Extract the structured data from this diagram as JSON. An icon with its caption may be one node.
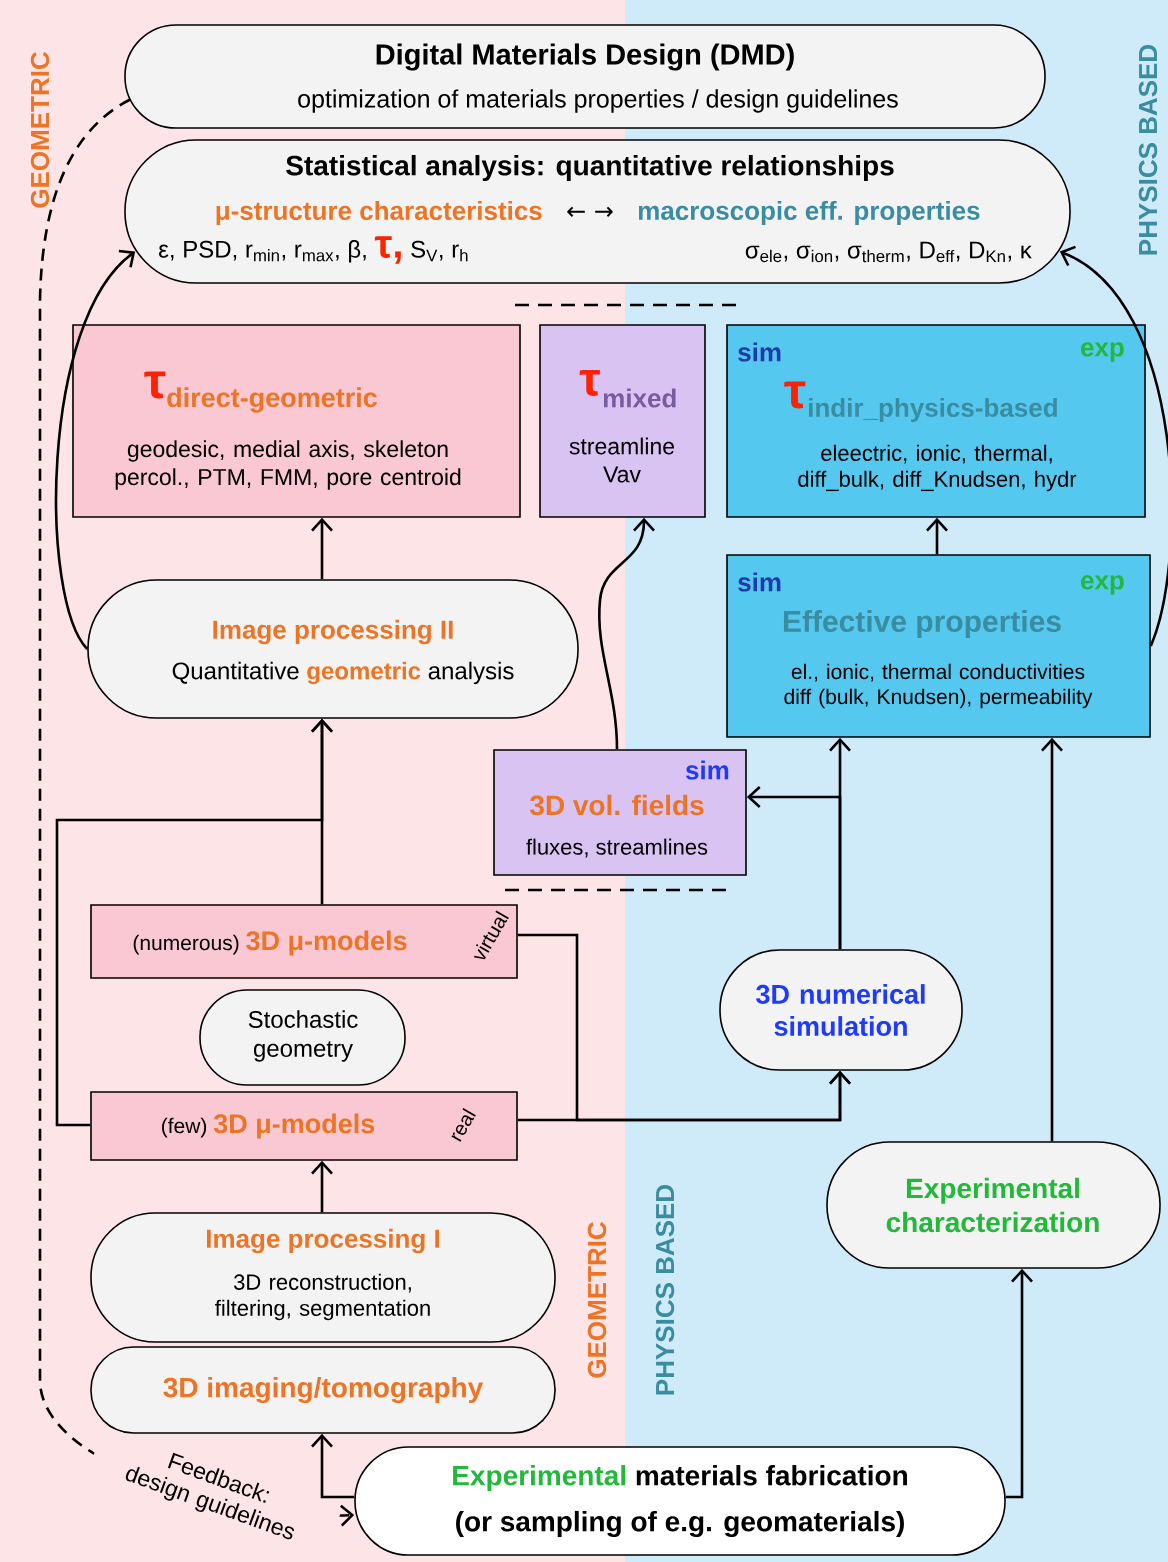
{
  "diagram": {
    "nodes": [
      {
        "text": [
          "Digital Materials Design (DMD)",
          "optimization of materials properties / design guidelines"
        ]
      },
      {
        "text": [
          "Statistical analysis: quantitative relationships",
          "μ-structure characteristics",
          "← →",
          "macroscopic eff. properties",
          "ε, PSD, r$_{min}$, r$_{max}$, β,",
          "τ,",
          "S$_{V}$, r$_{h}$",
          "σ$_{ele}$, σ$_{ion}$, σ$_{therm}$, D$_{eff}$, D$_{Kn}$, κ"
        ]
      },
      {
        "text": [
          "τ",
          "direct-geometric",
          "geodesic, medial axis, skeleton percol., PTM, FMM, pore centroid"
        ]
      },
      {
        "text": [
          "τ",
          "mixed",
          "streamline Vav"
        ]
      },
      {
        "text": [
          "sim",
          "exp",
          "τ",
          "indir_physics-based",
          "eleectric, ionic, thermal, diff_bulk, diff_Knudsen, hydr"
        ]
      },
      {
        "text": [
          "Image processing II",
          "Quantitative",
          "geometric",
          "analysis"
        ]
      },
      {
        "text": [
          "sim",
          "exp",
          "Effective properties",
          "el., ionic, thermal conductivities diff (bulk, Knudsen), permeability"
        ]
      },
      {
        "text": [
          "sim",
          "3D vol. fields",
          "fluxes, streamlines"
        ]
      },
      {
        "text": [
          "(numerous)",
          "3D μ-models",
          "virtual"
        ]
      },
      {
        "text": [
          "Stochastic geometry"
        ]
      },
      {
        "text": [
          "3D numerical simulation"
        ]
      },
      {
        "text": [
          "(few)",
          "3D μ-models",
          "real"
        ]
      },
      {
        "text": [
          "Experimental characterization"
        ]
      },
      {
        "text": [
          "Image processing I",
          "3D reconstruction, filtering, segmentation"
        ]
      },
      {
        "text": [
          "3D imaging/tomography"
        ]
      },
      {
        "text": [
          "Experimental",
          "materials fabrication",
          "(or sampling of e.g. geomaterials)"
        ]
      }
    ],
    "edges": [
      {
        "from": 0,
        "to": 15,
        "arrow": "to",
        "style": "dashed",
        "label": "Feedback: design guidelines"
      },
      {
        "from": 5,
        "to": 1,
        "arrow": "to"
      },
      {
        "from": 6,
        "to": 1,
        "arrow": "to"
      },
      {
        "from": 5,
        "to": 2,
        "arrow": "to"
      },
      {
        "from": 7,
        "to": 3,
        "arrow": "to"
      },
      {
        "from": 6,
        "to": 4,
        "arrow": "to"
      },
      {
        "from": 10,
        "to": 6,
        "arrow": "to"
      },
      {
        "from": 10,
        "to": 7,
        "arrow": "to"
      },
      {
        "from": 12,
        "to": 6,
        "arrow": "to"
      },
      {
        "from": 8,
        "to": 5,
        "arrow": "to"
      },
      {
        "from": 11,
        "to": 5,
        "arrow": "to"
      },
      {
        "from": 8,
        "to": 10,
        "arrow": "to"
      },
      {
        "from": 11,
        "to": 10,
        "arrow": "to"
      },
      {
        "from": 13,
        "to": 11,
        "arrow": "to"
      },
      {
        "from": 15,
        "to": 14,
        "arrow": "to"
      },
      {
        "from": 15,
        "to": 12,
        "arrow": "to"
      }
    ],
    "labels": [
      "GEOMETRIC",
      "PHYSICS BASED",
      "GEOMETRIC",
      "PHYSICS BASED"
    ]
  }
}
